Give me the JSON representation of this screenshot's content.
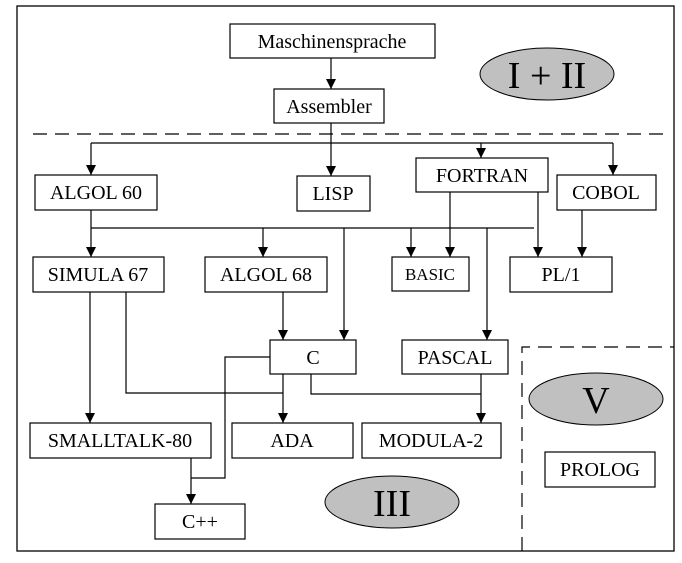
{
  "diagram": {
    "title": "Programming language genealogy",
    "colors": {
      "line": "#000000",
      "ellipse_fill": "#c0c0c0",
      "background": "#ffffff"
    },
    "generations": [
      {
        "id": "gen12",
        "label": "I + II"
      },
      {
        "id": "gen3",
        "label": "III"
      },
      {
        "id": "gen5",
        "label": "V"
      }
    ],
    "nodes": [
      {
        "id": "maschinensprache",
        "label": "Maschinensprache"
      },
      {
        "id": "assembler",
        "label": "Assembler"
      },
      {
        "id": "algol60",
        "label": "ALGOL 60"
      },
      {
        "id": "lisp",
        "label": "LISP"
      },
      {
        "id": "fortran",
        "label": "FORTRAN"
      },
      {
        "id": "cobol",
        "label": "COBOL"
      },
      {
        "id": "simula67",
        "label": "SIMULA 67"
      },
      {
        "id": "algol68",
        "label": "ALGOL 68"
      },
      {
        "id": "basic",
        "label": "BASIC"
      },
      {
        "id": "pl1",
        "label": "PL/1"
      },
      {
        "id": "c",
        "label": "C"
      },
      {
        "id": "pascal",
        "label": "PASCAL"
      },
      {
        "id": "smalltalk80",
        "label": "SMALLTALK-80"
      },
      {
        "id": "ada",
        "label": "ADA"
      },
      {
        "id": "modula2",
        "label": "MODULA-2"
      },
      {
        "id": "cpp",
        "label": "C++"
      },
      {
        "id": "prolog",
        "label": "PROLOG"
      }
    ],
    "edges": [
      {
        "from": "maschinensprache",
        "to": "assembler"
      },
      {
        "from": "assembler",
        "to": "algol60"
      },
      {
        "from": "assembler",
        "to": "lisp"
      },
      {
        "from": "assembler",
        "to": "fortran"
      },
      {
        "from": "assembler",
        "to": "cobol"
      },
      {
        "from": "algol60",
        "to": "simula67"
      },
      {
        "from": "algol60",
        "to": "algol68"
      },
      {
        "from": "algol60",
        "to": "basic"
      },
      {
        "from": "algol60",
        "to": "pl1"
      },
      {
        "from": "algol60",
        "to": "c"
      },
      {
        "from": "algol60",
        "to": "pascal"
      },
      {
        "from": "fortran",
        "to": "basic"
      },
      {
        "from": "fortran",
        "to": "pl1"
      },
      {
        "from": "cobol",
        "to": "pl1"
      },
      {
        "from": "algol68",
        "to": "c"
      },
      {
        "from": "simula67",
        "to": "smalltalk80"
      },
      {
        "from": "simula67",
        "to": "ada"
      },
      {
        "from": "c",
        "to": "ada"
      },
      {
        "from": "c",
        "to": "modula2"
      },
      {
        "from": "c",
        "to": "cpp"
      },
      {
        "from": "pascal",
        "to": "modula2"
      },
      {
        "from": "smalltalk80",
        "to": "cpp"
      }
    ]
  }
}
